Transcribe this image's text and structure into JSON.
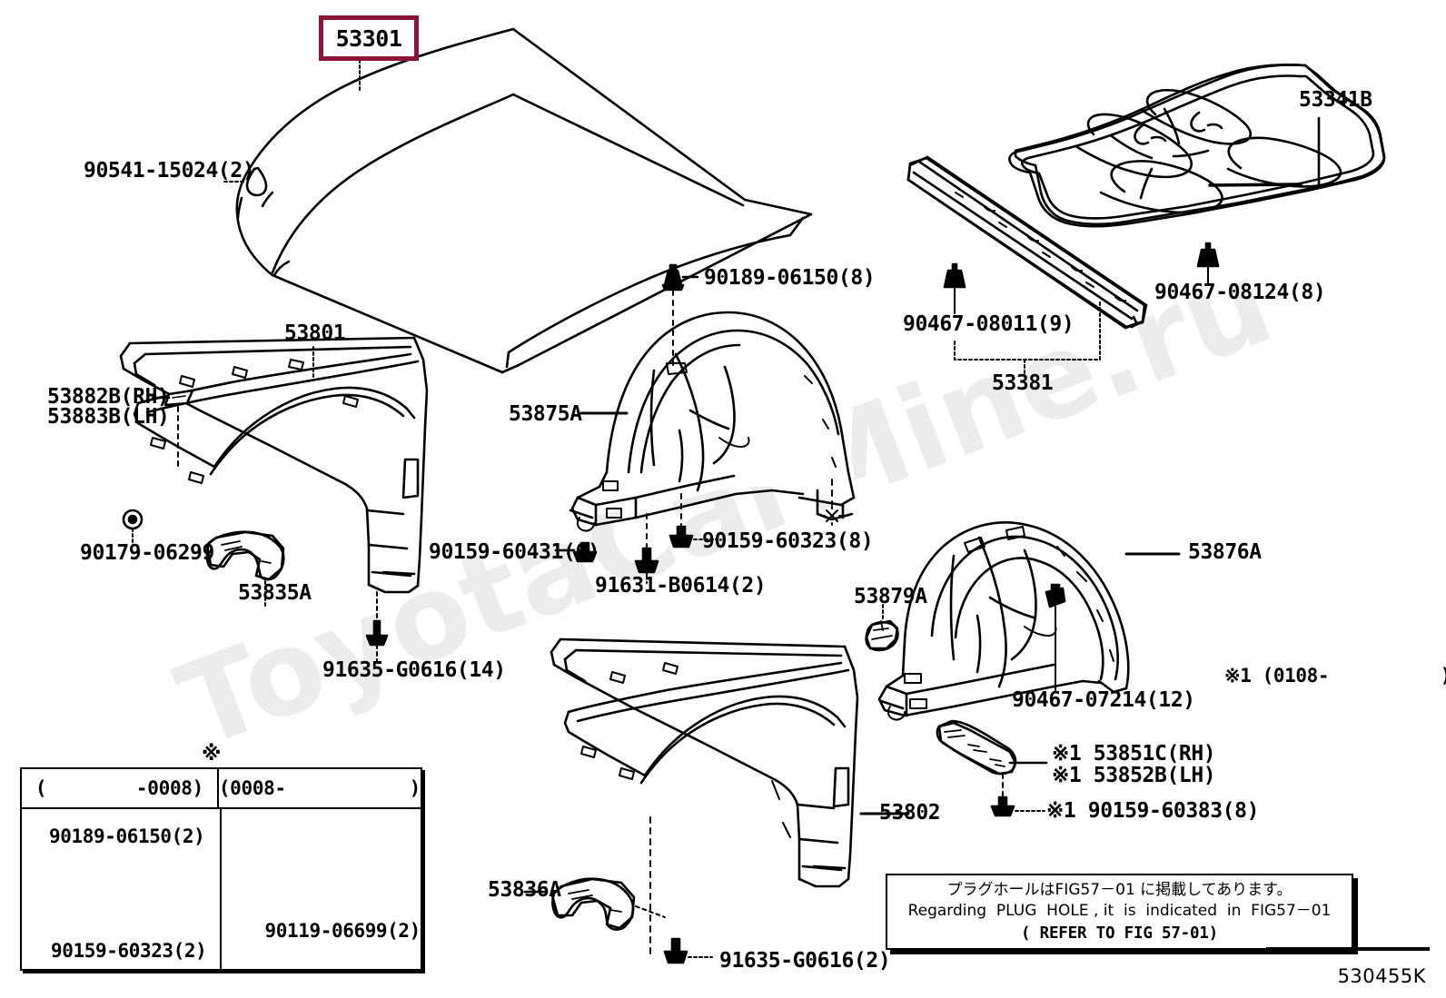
{
  "figure": {
    "number": "530455K",
    "watermark": "ToyotaCarMine.ru"
  },
  "highlight": {
    "part_number": "53301",
    "border_color": "#8B1538"
  },
  "callouts": {
    "hood_clip": "90541-15024(2)",
    "hood_insulator": "53341B",
    "insulator_clip": "90467-08124(8)",
    "seal_clip": "90467-08011(9)",
    "hood_seal": "53381",
    "fender_rh": "53801",
    "fender_clip_rh": "53882B(RH)",
    "fender_clip_lh": "53883B(LH)",
    "grommet": "90179-06299",
    "fender_pad": "53835A",
    "fender_bolt": "91635-G0616(14)",
    "liner_clip_top": "90189-06150(8)",
    "liner_front": "53875A",
    "liner_screw_left": "90159-60431(6)",
    "liner_screw_right": "90159-60323(8)",
    "liner_bolt": "91631-B0614(2)",
    "liner_rear": "53876A",
    "liner_retainer": "53879A",
    "liner_clip_rear": "90467-07214(12)",
    "note_date_mark": "※1 (0108-          )",
    "bracket_rh": "※1 53851C(RH)",
    "bracket_lh": "※1 53852B(LH)",
    "bracket_screw": "※1 90159-60383(8)",
    "fender_lh": "53802",
    "fender_pad_lh": "53836A",
    "fender_pad_bolt": "91635-G0616(2)"
  },
  "variant_table": {
    "star_mark": "※",
    "columns": [
      "(        -0008)",
      "(0008-           )"
    ],
    "left_top": "90189-06150(2)",
    "left_bottom": "90159-60323(2)",
    "right_bottom": "90119-06699(2)"
  },
  "note_box": {
    "line_jp": "プラグホールはFIG57－01 に掲載してあります。",
    "line_en": "Regarding  PLUG  HOLE , it  is  indicated  in  FIG57－01",
    "line_ref": "( REFER TO FIG 57-01)"
  }
}
